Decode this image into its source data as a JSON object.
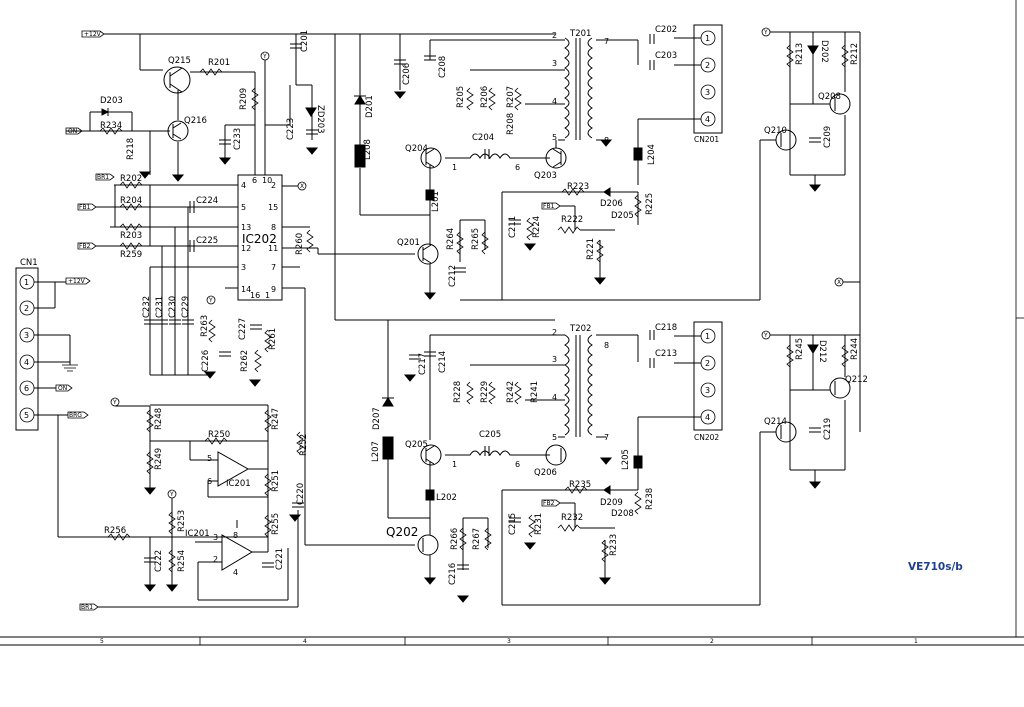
{
  "model": "VE710s/b",
  "net_labels": [
    "+12V",
    "+12V",
    "ON",
    "BR1",
    "FB1",
    "FB2",
    "BRG",
    "ON",
    "BR1",
    "FB1",
    "FB2"
  ],
  "ic": {
    "ic202": "IC202",
    "ic201a": "IC201",
    "ic201b": "IC201"
  },
  "ic202_pins": [
    "4",
    "5",
    "13",
    "12",
    "3",
    "14",
    "6",
    "10",
    "16",
    "1",
    "2",
    "15",
    "8",
    "11",
    "7",
    "9"
  ],
  "connectors": {
    "cn1": {
      "name": "CN1",
      "pins": [
        "1",
        "2",
        "3",
        "4",
        "6",
        "5"
      ]
    },
    "cn201": {
      "name": "CN201",
      "pins": [
        "1",
        "2",
        "3",
        "4"
      ]
    },
    "cn202": {
      "name": "CN202",
      "pins": [
        "1",
        "2",
        "3",
        "4"
      ]
    }
  },
  "transformers": {
    "t201": "T201",
    "t202": "T202"
  },
  "t201_pins": [
    "2",
    "3",
    "4",
    "5",
    "7",
    "8"
  ],
  "t202_pins": [
    "2",
    "3",
    "4",
    "5",
    "8",
    "7"
  ],
  "transistors": [
    "Q215",
    "Q216",
    "Q204",
    "Q203",
    "Q201",
    "Q208",
    "Q210",
    "Q205",
    "Q206",
    "Q202",
    "Q212",
    "Q214"
  ],
  "resistors": [
    "R201",
    "R234",
    "R218",
    "R202",
    "R204",
    "R203",
    "R259",
    "R209",
    "R260",
    "R263",
    "R262",
    "R261",
    "R205",
    "R206",
    "R207",
    "R208",
    "R264",
    "R265",
    "R223",
    "R222",
    "R224",
    "R221",
    "R225",
    "R213",
    "R212",
    "R248",
    "R249",
    "R250",
    "R247",
    "R252",
    "R251",
    "R255",
    "R253",
    "R254",
    "R256",
    "R228",
    "R229",
    "R242",
    "R241",
    "R266",
    "R267",
    "R235",
    "R232",
    "R231",
    "R233",
    "R238",
    "R245",
    "R244"
  ],
  "capacitors": [
    "C201",
    "C206",
    "C233",
    "C223",
    "C224",
    "C225",
    "C232",
    "C231",
    "C230",
    "C229",
    "C226",
    "C227",
    "C208",
    "C204",
    "C211",
    "C212",
    "C202",
    "C203",
    "C209",
    "C217",
    "C214",
    "C205",
    "C215",
    "C216",
    "C218",
    "C213",
    "C219",
    "C220",
    "C222",
    "C221"
  ],
  "diodes": [
    "D203",
    "ZD203",
    "D201",
    "D206",
    "D205",
    "D202",
    "D207",
    "D209",
    "D208",
    "D212"
  ],
  "inductors": [
    "L208",
    "L201",
    "L204",
    "L207",
    "L202",
    "L205"
  ],
  "coil_pins": [
    "1",
    "6",
    "1",
    "6"
  ],
  "opamp_pins": [
    "5",
    "6",
    "3",
    "2",
    "8",
    "4"
  ],
  "border_zones": [
    "5",
    "4",
    "3",
    "2",
    "1"
  ]
}
